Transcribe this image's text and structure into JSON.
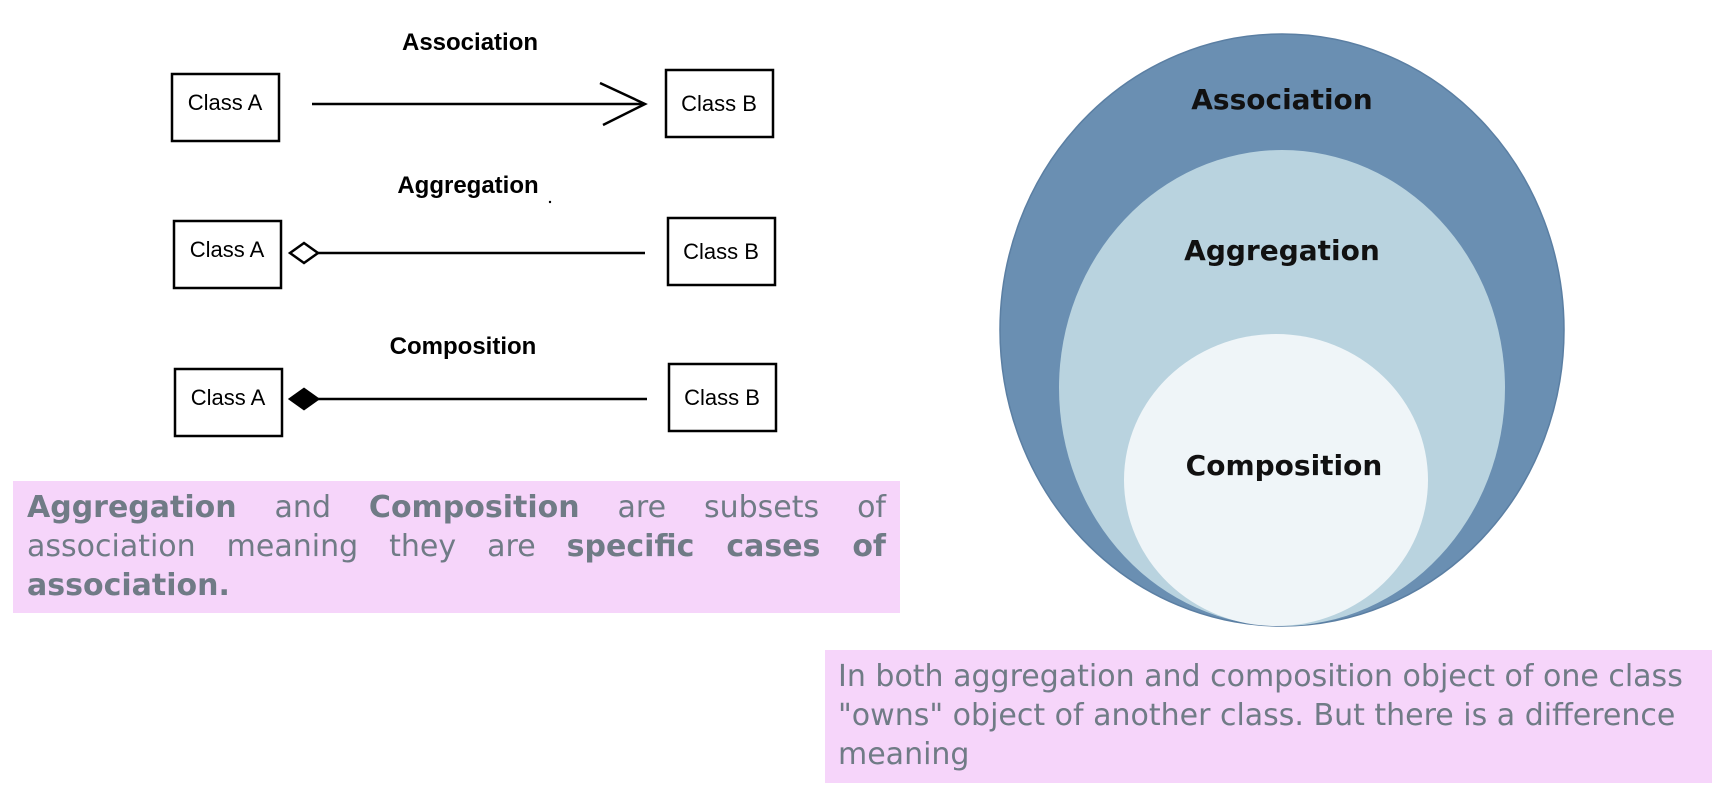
{
  "uml": {
    "association": {
      "title": "Association",
      "class_a": "Class A",
      "class_b": "Class B"
    },
    "aggregation": {
      "title": "Aggregation",
      "class_a": "Class A",
      "class_b": "Class B"
    },
    "composition": {
      "title": "Composition",
      "class_a": "Class A",
      "class_b": "Class B"
    }
  },
  "venn": {
    "outer": "Association",
    "middle": "Aggregation",
    "inner": "Composition",
    "colors": {
      "outer": "#6a8fb2",
      "middle": "#b9d3df",
      "inner": "#eff5f8"
    }
  },
  "notes": {
    "left": {
      "term1": "Aggregation",
      "and": "and",
      "term2": "Composition",
      "middle": "are subsets of association meaning they are",
      "emphasis": "specific cases of association."
    },
    "right": "In both aggregation and composition object of one class \"owns\" object of another class. But there is a difference meaning"
  }
}
